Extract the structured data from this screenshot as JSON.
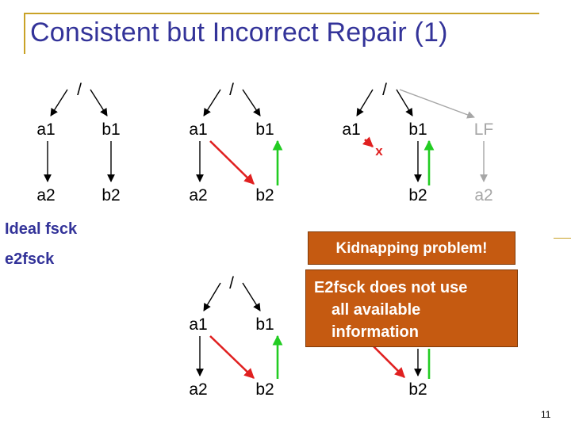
{
  "title": "Consistent but Incorrect Repair (1)",
  "captions": {
    "ideal": "Ideal fsck",
    "e2fsck": "e2fsck"
  },
  "nodes": {
    "root": "/",
    "a1": "a1",
    "b1": "b1",
    "a2": "a2",
    "b2": "b2",
    "lf": "LF",
    "lf_child": "a2",
    "cut_mark": "x"
  },
  "callouts": {
    "kidnapping": "Kidnapping problem!",
    "info_lines": [
      "E2fsck does not use",
      "all available",
      "information"
    ]
  },
  "colors": {
    "title": "#333399",
    "accent_rule": "#c9a227",
    "arrow_black": "#000000",
    "arrow_red": "#e02020",
    "arrow_green": "#22cc22",
    "arrow_gray": "#a6a6a6",
    "callout_fill": "#c55a11"
  },
  "page_number": "11"
}
